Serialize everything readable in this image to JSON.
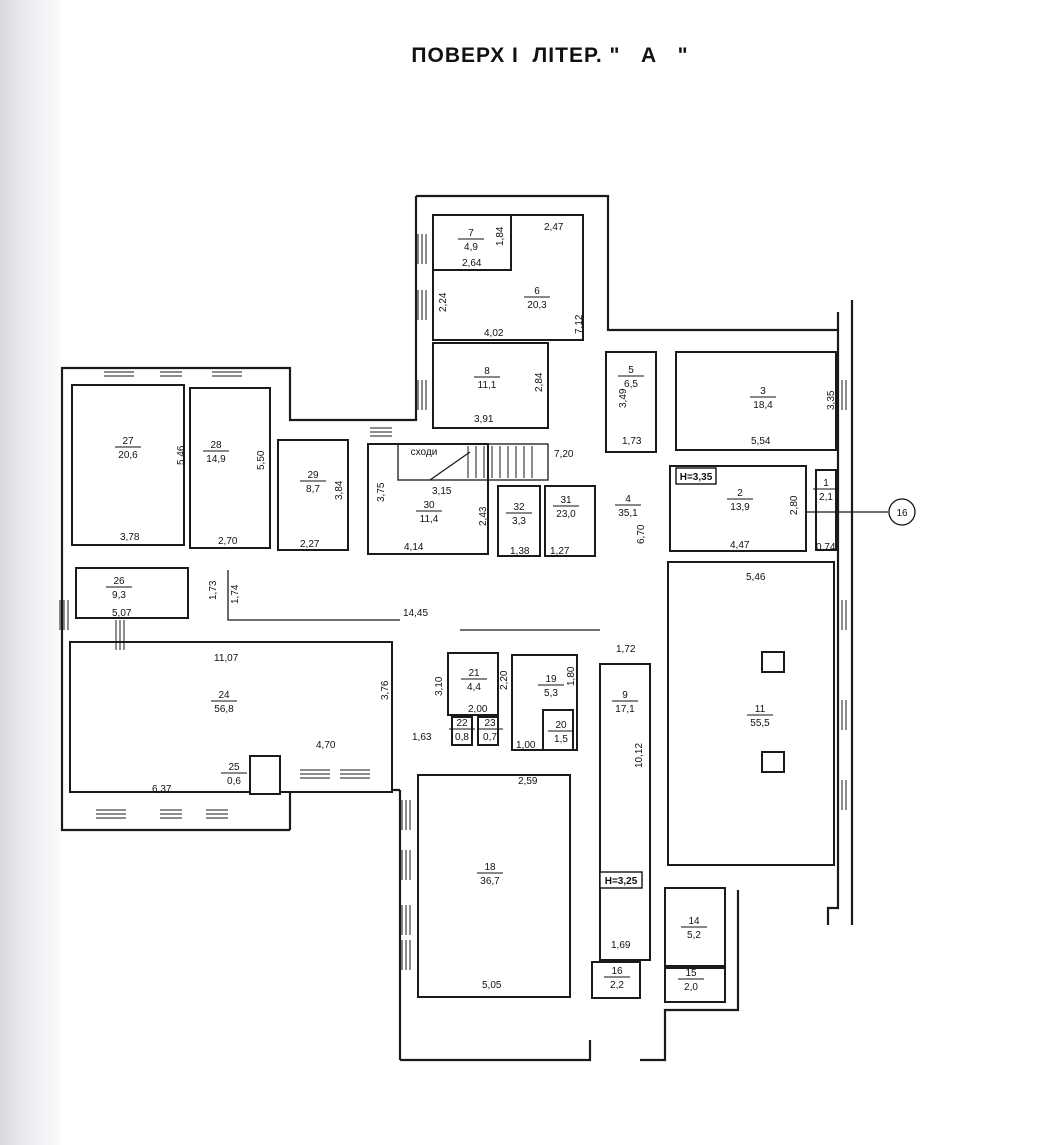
{
  "title": "ПОВЕРХ І  ЛІТЕР. \"   А   \"",
  "stairs_label": "сходи",
  "axis_marker": "16",
  "heights": [
    {
      "id": "h1",
      "text": "Н=3,35"
    },
    {
      "id": "h2",
      "text": "Н=3,25"
    }
  ],
  "rooms": [
    {
      "num": "1",
      "area": "2,1"
    },
    {
      "num": "2",
      "area": "13,9"
    },
    {
      "num": "3",
      "area": "18,4"
    },
    {
      "num": "4",
      "area": "35,1"
    },
    {
      "num": "5",
      "area": "6,5"
    },
    {
      "num": "6",
      "area": "20,3"
    },
    {
      "num": "7",
      "area": "4,9"
    },
    {
      "num": "8",
      "area": "11,1"
    },
    {
      "num": "9",
      "area": "17,1"
    },
    {
      "num": "11",
      "area": "55,5"
    },
    {
      "num": "14",
      "area": "5,2"
    },
    {
      "num": "15",
      "area": "2,0"
    },
    {
      "num": "16",
      "area": "2,2"
    },
    {
      "num": "18",
      "area": "36,7"
    },
    {
      "num": "19",
      "area": "5,3"
    },
    {
      "num": "20",
      "area": "1,5"
    },
    {
      "num": "21",
      "area": "4,4"
    },
    {
      "num": "22",
      "area": "0,8"
    },
    {
      "num": "23",
      "area": "0,7"
    },
    {
      "num": "24",
      "area": "56,8"
    },
    {
      "num": "25",
      "area": "0,6"
    },
    {
      "num": "26",
      "area": "9,3"
    },
    {
      "num": "27",
      "area": "20,6"
    },
    {
      "num": "28",
      "area": "14,9"
    },
    {
      "num": "29",
      "area": "8,7"
    },
    {
      "num": "30",
      "area": "11,4"
    },
    {
      "num": "31",
      "area": "23,0"
    },
    {
      "num": "32",
      "area": "3,3"
    }
  ],
  "dimensions": [
    "2,47",
    "1,84",
    "2,64",
    "2,24",
    "4,02",
    "7,12",
    "2,84",
    "3,91",
    "3,49",
    "1,73",
    "3,35",
    "5,54",
    "7,20",
    "3,15",
    "3,75",
    "2,43",
    "4,14",
    "1,38",
    "1,27",
    "6,70",
    "2,80",
    "0,74",
    "4,47",
    "5,46",
    "5,46",
    "5,50",
    "3,84",
    "3,78",
    "2,70",
    "2,27",
    "1,73",
    "1,74",
    "5,07",
    "14,45",
    "11,07",
    "3,76",
    "3,10",
    "2,20",
    "1,80",
    "1,72",
    "2,00",
    "1,63",
    "1,00",
    "4,70",
    "6,37",
    "2,59",
    "10,12",
    "1,69",
    "5,05"
  ]
}
